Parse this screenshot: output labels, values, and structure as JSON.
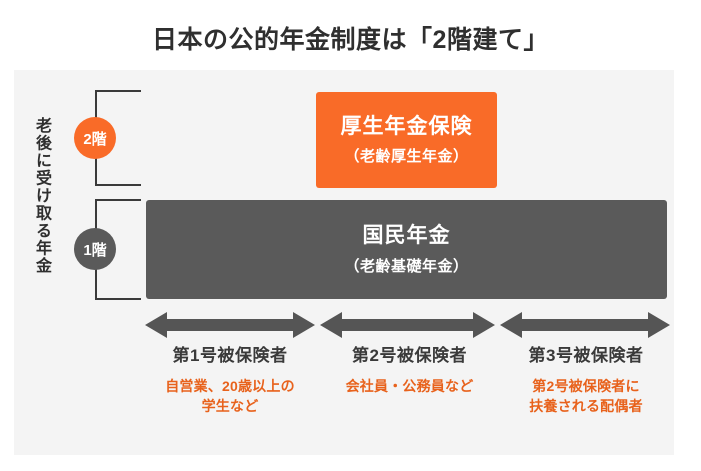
{
  "title": "日本の公的年金制度は「2階建て」",
  "panel": {
    "vertical_label": "老後に受け取る年金"
  },
  "colors": {
    "accent_orange": "#f96b28",
    "desc_orange": "#e8621c",
    "tier_gray": "#5a5a5a",
    "panel_background": "#f4f4f4",
    "line_dark": "#3a3a3a"
  },
  "floors": [
    {
      "badge": "2階",
      "color": "#f96b28"
    },
    {
      "badge": "1階",
      "color": "#5a5a5a"
    }
  ],
  "tiers": [
    {
      "name": "厚生年金保険",
      "sub": "（老齢厚生年金）",
      "color": "#f96b28"
    },
    {
      "name": "国民年金",
      "sub": "（老齢基礎年金）",
      "color": "#5a5a5a"
    }
  ],
  "categories": [
    {
      "title": "第1号被保険者",
      "desc": "自営業、20歳以上の\n学生など",
      "desc_line1": "自営業、20歳以上の",
      "desc_line2": "学生など"
    },
    {
      "title": "第2号被保険者",
      "desc": "会社員・公務員など",
      "desc_line1": "会社員・公務員など",
      "desc_line2": ""
    },
    {
      "title": "第3号被保険者",
      "desc": "第2号被保険者に\n扶養される配偶者",
      "desc_line1": "第2号被保険者に",
      "desc_line2": "扶養される配偶者"
    }
  ],
  "arrows": {
    "count": 3,
    "style": "double-headed",
    "color": "#555555"
  }
}
